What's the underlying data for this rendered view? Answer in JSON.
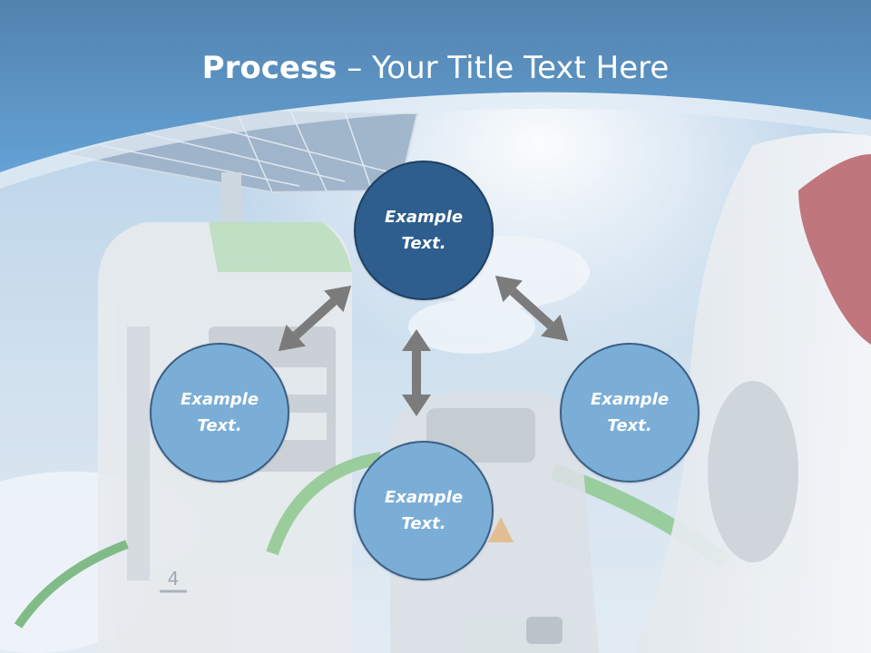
{
  "title": {
    "bold": "Process",
    "dash": " – ",
    "rest": "Your Title Text Here"
  },
  "nodes": {
    "top": {
      "text": "Example Text."
    },
    "left": {
      "text": "Example Text."
    },
    "right": {
      "text": "Example Text."
    },
    "bottom": {
      "text": "Example Text."
    }
  },
  "background": {
    "pump_number": "4"
  },
  "colors": {
    "header_blue": "#3f7eb5",
    "node_dark": "#2e5e8e",
    "node_light": "#7baed6",
    "node_border": "#3b5f85",
    "arrow": "#7b7b7b"
  }
}
